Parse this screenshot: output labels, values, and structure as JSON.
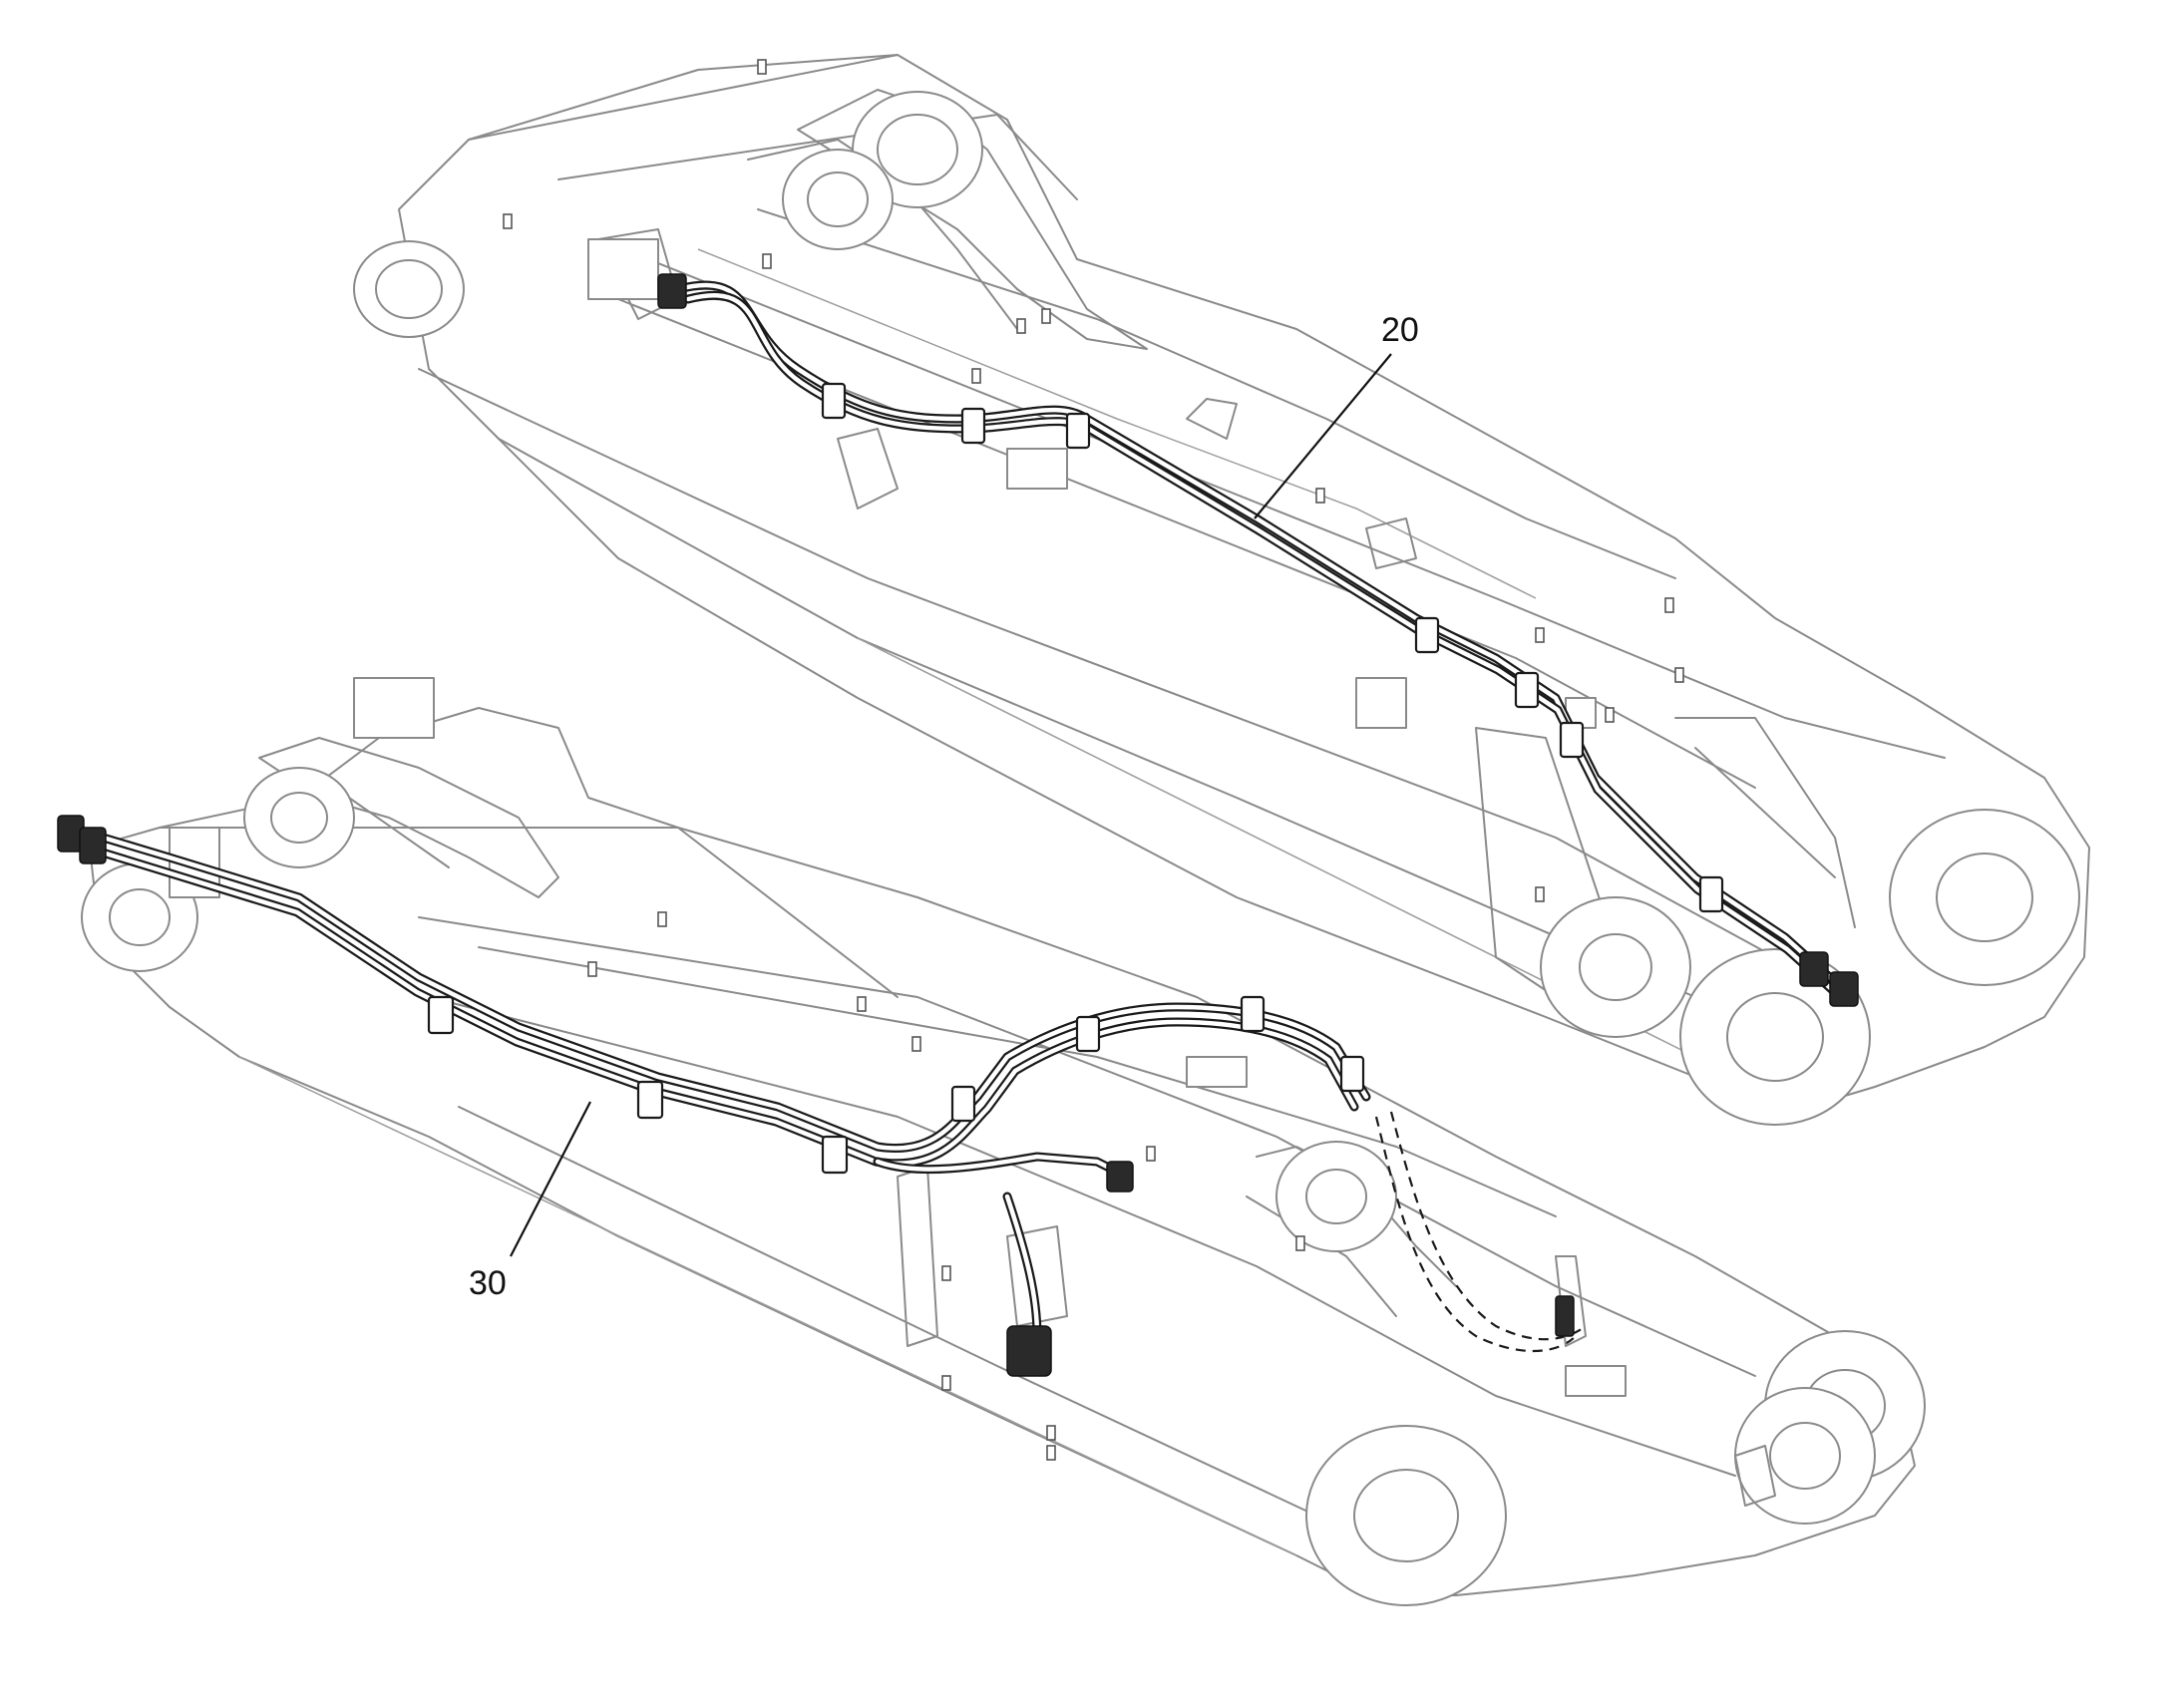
{
  "diagram": {
    "type": "exploded-parts-drawing",
    "callouts": [
      {
        "id": "callout-20",
        "label": "20"
      },
      {
        "id": "callout-30",
        "label": "30"
      }
    ],
    "colors": {
      "background": "#ffffff",
      "structure_outline": "#8a8a8a",
      "hose_line": "#1a1a1a",
      "callout_text": "#111111"
    }
  }
}
